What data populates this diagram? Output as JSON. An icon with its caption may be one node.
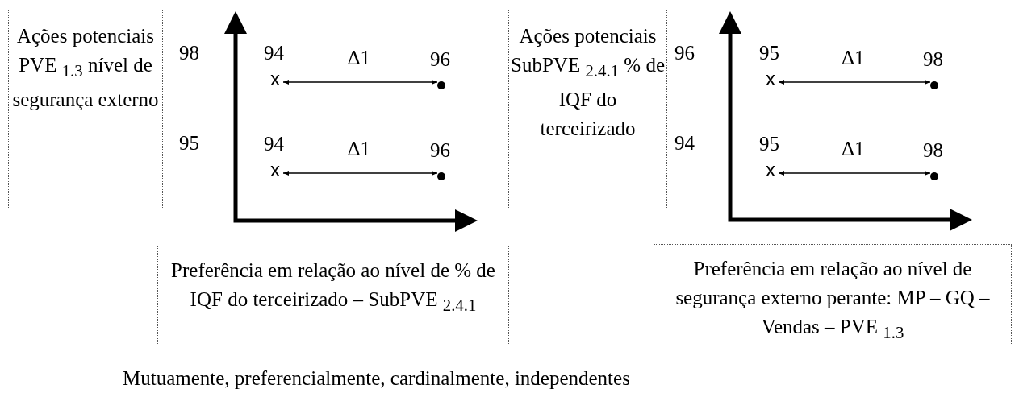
{
  "diagram": {
    "caption": "Mutuamente, preferencialmente, cardinalmente, independentes",
    "nodes": [
      {
        "text": [
          "Ações potenciais PVE $_{1.3}$ nível de segurança externo"
        ]
      },
      {
        "text": [
          "x"
        ],
        "beside": [
          "94"
        ]
      },
      {
        "text": [],
        "shape": "circle",
        "beside": [
          "96"
        ]
      },
      {
        "text": [
          "x"
        ],
        "beside": [
          "94"
        ]
      },
      {
        "text": [],
        "shape": "circle",
        "beside": [
          "96"
        ]
      },
      {
        "text": [
          "Ações potenciais SubPVE $_{2.4.1}$ % de IQF do terceirizado"
        ]
      },
      {
        "text": [
          "x"
        ],
        "beside": [
          "95"
        ]
      },
      {
        "text": [],
        "shape": "circle",
        "beside": [
          "98"
        ]
      },
      {
        "text": [
          "x"
        ],
        "beside": [
          "95"
        ]
      },
      {
        "text": [],
        "shape": "circle",
        "beside": [
          "98"
        ]
      },
      {
        "text": [
          "Preferência em relação ao nível de % de IQF do terceirizado – SubPVE $_{2.4.1}$"
        ]
      },
      {
        "text": [
          "Preferência em relação ao nível de segurança externo perante: MP – GQ – Vendas – PVE $_{1.3}$"
        ]
      }
    ],
    "edges": [
      {
        "from": 1,
        "to": 2,
        "arrow": "both",
        "label": "Δ1"
      },
      {
        "from": 3,
        "to": 4,
        "arrow": "both",
        "label": "Δ1"
      },
      {
        "from": 6,
        "to": 7,
        "arrow": "both",
        "label": "Δ1"
      },
      {
        "from": 8,
        "to": 9,
        "arrow": "both",
        "label": "Δ1"
      }
    ],
    "labels": [
      "98",
      "95",
      "96",
      "94"
    ]
  }
}
